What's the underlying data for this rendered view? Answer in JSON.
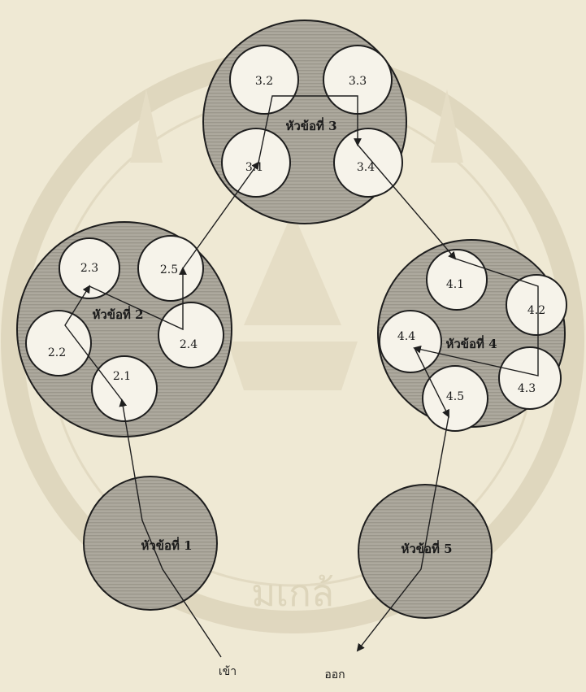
{
  "colors": {
    "paper": "#efe9d4",
    "topic_fill": "#a8a49a",
    "subtopic_fill": "#f6f3ea",
    "stroke": "#1e1e1e",
    "watermark": "#d3c9ad"
  },
  "topics": {
    "t1": {
      "label": "หัวข้อที่ 1"
    },
    "t2": {
      "label": "หัวข้อที่ 2",
      "subtopics": [
        "2.1",
        "2.2",
        "2.3",
        "2.4",
        "2.5"
      ]
    },
    "t3": {
      "label": "หัวข้อที่ 3",
      "subtopics": [
        "3.1",
        "3.2",
        "3.3",
        "3.4"
      ]
    },
    "t4": {
      "label": "หัวข้อที่ 4",
      "subtopics": [
        "4.1",
        "4.2",
        "4.3",
        "4.4",
        "4.5"
      ]
    },
    "t5": {
      "label": "หัวข้อที่ 5"
    }
  },
  "entry_label": "เข้า",
  "exit_label": "ออก",
  "watermark_text": "มเกล้"
}
